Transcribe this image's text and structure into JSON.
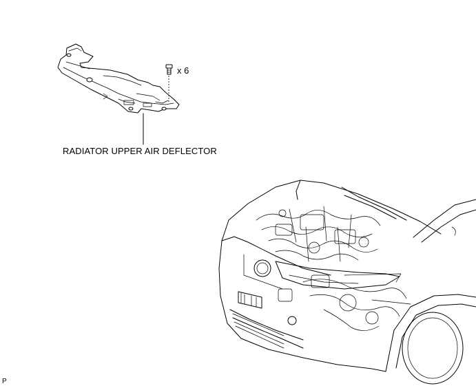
{
  "labels": {
    "part_name": "RADIATOR UPPER AIR DEFLECTOR",
    "quantity": "x 6",
    "corner_code": "P"
  },
  "icons": {
    "clip": "clip-icon",
    "deflector": "air-deflector-drawing",
    "vehicle": "vehicle-front-drawing"
  }
}
